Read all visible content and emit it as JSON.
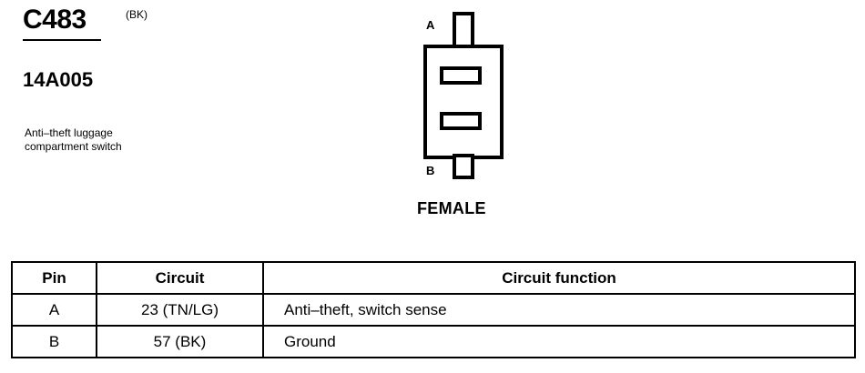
{
  "header": {
    "connector_id": "C483",
    "connector_color": "(BK)",
    "part_number": "14A005",
    "description_line1": "Anti–theft luggage",
    "description_line2": "compartment switch"
  },
  "connector": {
    "view": "FEMALE",
    "pins": [
      "A",
      "B"
    ]
  },
  "table": {
    "headers": [
      "Pin",
      "Circuit",
      "Circuit function"
    ],
    "rows": [
      {
        "pin": "A",
        "circuit": "23 (TN/LG)",
        "function": "Anti–theft, switch sense"
      },
      {
        "pin": "B",
        "circuit": "57 (BK)",
        "function": "Ground"
      }
    ]
  }
}
